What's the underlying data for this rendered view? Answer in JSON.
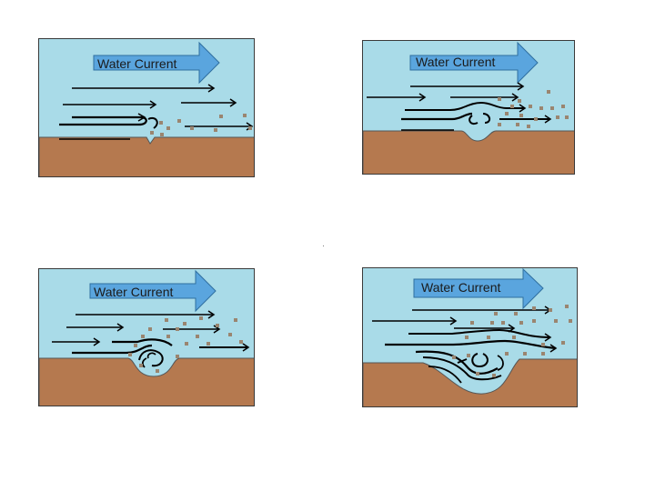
{
  "colors": {
    "water": "#a9dbe8",
    "sediment_bed": "#b5794f",
    "current_arrow": "#5aa5de",
    "flow_line": "#000000",
    "particle": "#9a8570"
  },
  "panels": [
    {
      "current_label": "Water Current",
      "stage": "initial disturbance of the bed"
    },
    {
      "current_label": "Water Current",
      "stage": "small scour hollow with eddy"
    },
    {
      "current_label": "Water Current",
      "stage": "deepening hollow with swirling eddy"
    },
    {
      "current_label": "Water Current",
      "stage": "large elongated scour with streamlined flow"
    }
  ]
}
